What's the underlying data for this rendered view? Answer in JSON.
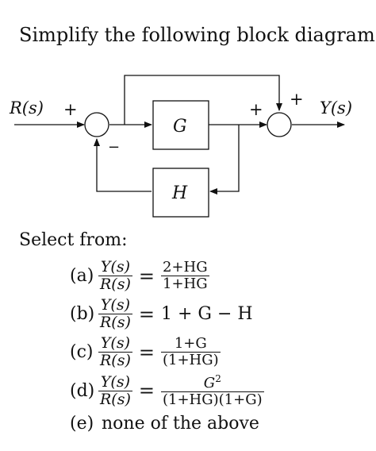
{
  "question": "Simplify the following block diagram:",
  "diagram": {
    "input": "R(s)",
    "output": "Y(s)",
    "block_forward": "G",
    "block_feedback": "H",
    "sign_input_plus": "+",
    "sign_feedback_minus": "−",
    "sign_sum2_left": "+",
    "sign_sum2_top": "+"
  },
  "select_from": "Select from:",
  "options": [
    {
      "label": "(a)",
      "lhs_num": "Y(s)",
      "lhs_den": "R(s)",
      "rhs_num": "2+HG",
      "rhs_den": "1+HG"
    },
    {
      "label": "(b)",
      "lhs_num": "Y(s)",
      "lhs_den": "R(s)",
      "rhs": "1 + G − H"
    },
    {
      "label": "(c)",
      "lhs_num": "Y(s)",
      "lhs_den": "R(s)",
      "rhs_num": "1+G",
      "rhs_den": "(1+HG)"
    },
    {
      "label": "(d)",
      "lhs_num": "Y(s)",
      "lhs_den": "R(s)",
      "rhs_num_base": "G",
      "rhs_num_exp": "2",
      "rhs_den": "(1+HG)(1+G)"
    },
    {
      "label": "(e)",
      "text": "none of the above"
    }
  ]
}
